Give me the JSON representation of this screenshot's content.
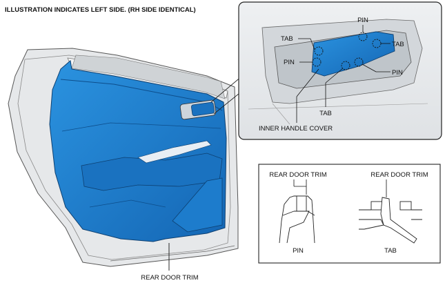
{
  "header": {
    "note": "ILLUSTRATION INDICATES LEFT SIDE. (RH SIDE IDENTICAL)"
  },
  "main_view": {
    "label": "REAR DOOR TRIM"
  },
  "detail_view": {
    "labels": {
      "pin_top": "PIN",
      "tab_upper_left": "TAB",
      "tab_right": "TAB",
      "pin_left": "PIN",
      "pin_right": "PIN",
      "tab_bottom": "TAB",
      "inner_handle_cover": "INNER HANDLE COVER"
    }
  },
  "legend": {
    "pin": {
      "part_label": "REAR DOOR TRIM",
      "caption": "PIN"
    },
    "tab": {
      "part_label": "REAR DOOR TRIM",
      "caption": "TAB"
    }
  },
  "colors": {
    "trim_blue": "#1e7fd0",
    "trim_blue_dark": "#155fa0",
    "door_gray": "#e4e6e8",
    "outline": "#444444"
  }
}
